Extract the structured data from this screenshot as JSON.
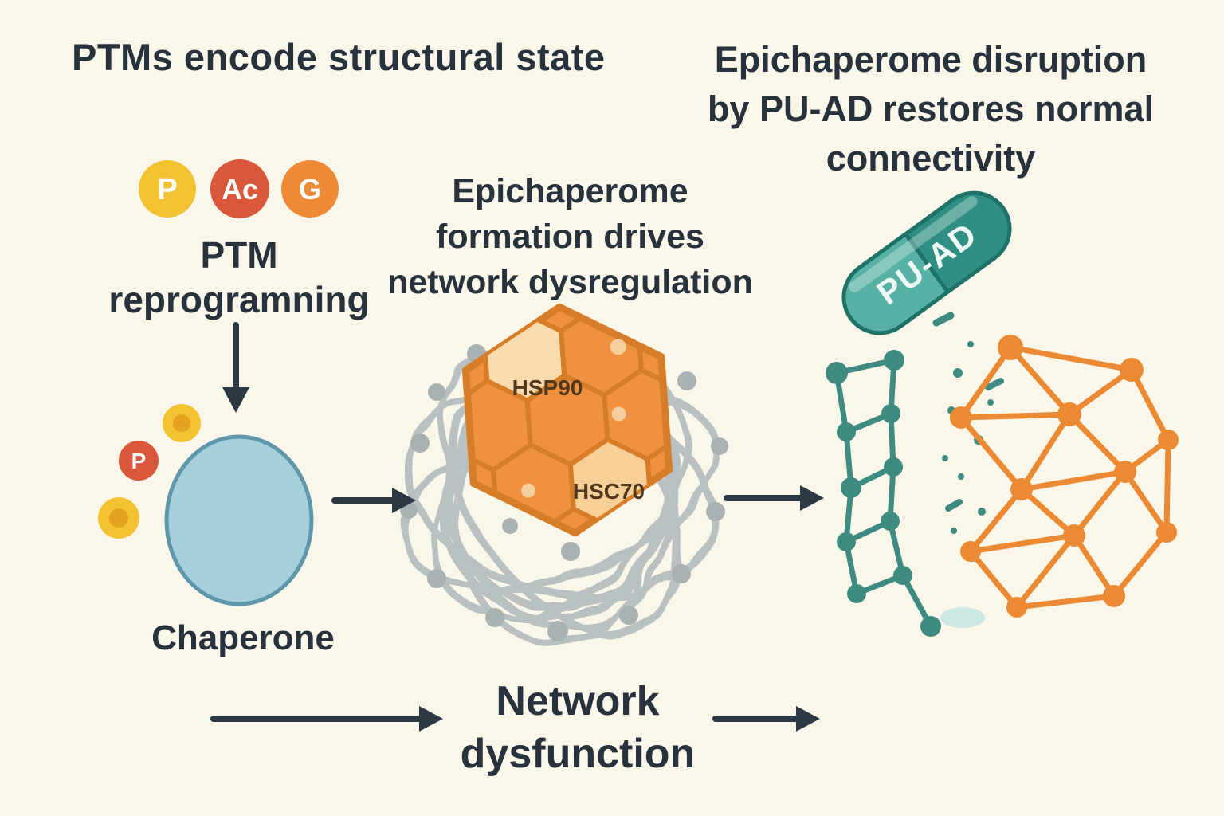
{
  "colors": {
    "background": "#fbf6ea",
    "text": "#27323d",
    "badge_yellow": "#f3c230",
    "badge_red": "#d9573b",
    "badge_orange": "#ee8a35",
    "chaperone_fill": "#a7cfdb",
    "gray_network": "#b9c0c1",
    "hexagon_fill": "#f09140",
    "hexagon_stroke": "#d77d28",
    "teal_network": "#3e8b82",
    "orange_network": "#ec8a33",
    "pill_light": "#57b1a4",
    "pill_dark": "#2f8f82"
  },
  "headings": {
    "left": "PTMs encode structural state",
    "right": [
      "Epichaperome disruption",
      "by PU-AD restores normal",
      "connectivity"
    ]
  },
  "ptm": {
    "badges": [
      "P",
      "Ac",
      "G"
    ],
    "caption": [
      "PTM",
      "reprogramning"
    ],
    "scatter_p": "P",
    "chaperone": "Chaperone"
  },
  "epichaperome": {
    "caption": [
      "Epichaperome",
      "formation drives",
      "network dysregulation"
    ],
    "hsp90": "HSP90",
    "hsc70": "HSC70"
  },
  "treatment": {
    "pill": "PU-AD"
  },
  "bottom": {
    "caption": [
      "Network",
      "dysfunction"
    ]
  }
}
